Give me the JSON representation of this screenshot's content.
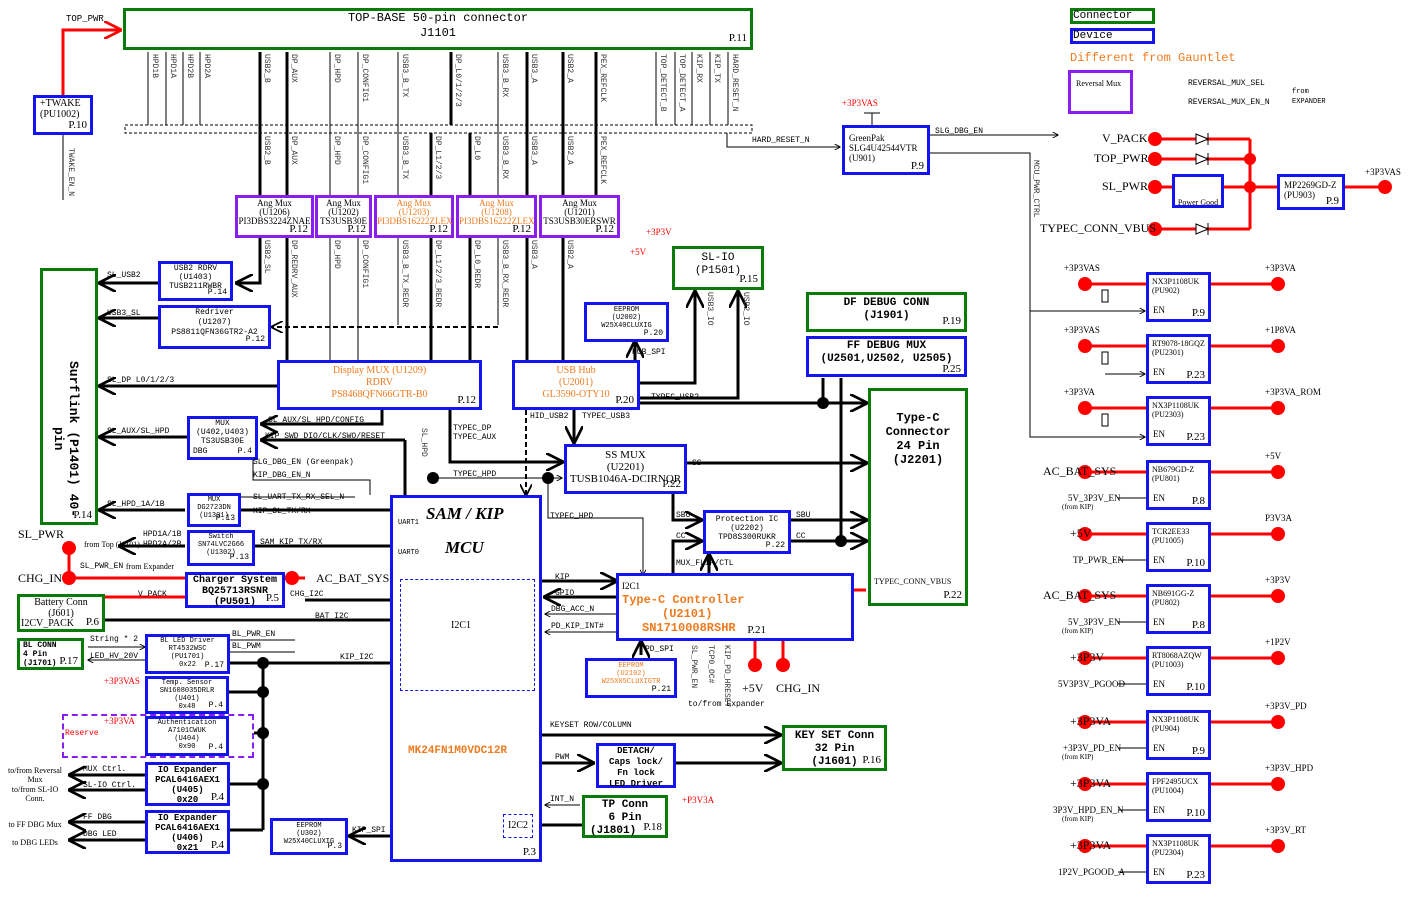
{
  "legend": {
    "connector": "Connector",
    "device": "Device",
    "different": "Different from Gauntlet",
    "reversal_mux": "Reversal Mux",
    "reversal_mux_sel": "REVERSAL_MUX_SEL",
    "reversal_mux_en": "REVERSAL_MUX_EN_N",
    "from_expander": "from EXPANDER"
  },
  "top_connector": {
    "title": "TOP-BASE 50-pin connector",
    "ref": "J1101",
    "page": "P.11",
    "input_label": "TOP_PWR"
  },
  "top_signals": [
    "HPD1B",
    "HPD1A",
    "HPD2B",
    "HPD2A",
    "USB2_B",
    "DP_AUX",
    "DP_HPD",
    "DP_CONFIG1",
    "USB3_B_TX",
    "DP_L0/1/2/3",
    "USB3_B_RX",
    "USB3_A",
    "USB2_A",
    "PEX_REFCLK",
    "TOP_DETECT_B",
    "TOP_DETECT_A",
    "KIP_RX",
    "KIP_TX",
    "HARD_RESET_N"
  ],
  "mid_signals": [
    "USB2_B",
    "DP_AUX",
    "DP_HPD",
    "DP_CONFIG1",
    "USB3_B_TX",
    "DP_L1/2/3",
    "DP_L0",
    "USB3_B_RX",
    "USB3_A",
    "USB2_A",
    "PEX_REFCLK"
  ],
  "low_signals": [
    "USB2_SL",
    "DP_REDRV_AUX",
    "DP_HPD",
    "DP_CONFIG1",
    "USB3_B_TX_REDR",
    "DP_L1/2/3_REDR",
    "DP_L0_REDR",
    "USB3_B_RX_REDR",
    "USB3_A",
    "USB2_A",
    "USB3_IO",
    "USB2_IO"
  ],
  "twake": {
    "name": "+TWAKE",
    "ref": "(PU1002)",
    "page": "P.10",
    "en": "TWAKE_EN_N"
  },
  "ang_muxes": [
    {
      "name": "Ang Mux",
      "ref": "(U1206)",
      "part": "PI3DBS3224ZNAE",
      "page": "P.12",
      "diff": false
    },
    {
      "name": "Ang Mux",
      "ref": "(U1202)",
      "part": "TS3USB30E",
      "page": "P.12",
      "diff": false
    },
    {
      "name": "Ang Mux",
      "ref": "(U1203)",
      "part": "PI3DBS16222ZLEX",
      "page": "P.12",
      "diff": true
    },
    {
      "name": "Ang Mux",
      "ref": "(U1208)",
      "part": "PI3DBS16222ZLEX",
      "page": "P.12",
      "diff": true
    },
    {
      "name": "Ang Mux",
      "ref": "(U1201)",
      "part": "TS3USB30ERSWR",
      "page": "P.12",
      "diff": false
    }
  ],
  "greenpak": {
    "name": "GreenPak",
    "part": "SLG4U42544VTR",
    "ref": "(U901)",
    "page": "P.9",
    "supply": "+3P3VAS",
    "hard_reset": "HARD_RESET_N",
    "dbg_en": "SLG_DBG_EN",
    "mcu_pwr": "MCU_PWR_CTRL"
  },
  "power_or": {
    "inputs": [
      "V_PACK",
      "TOP_PWR",
      "SL_PWR",
      "TYPEC_CONN_VBUS"
    ],
    "power_good": "Power Good",
    "regulator": {
      "part": "MP2269GD-Z",
      "ref": "(PU903)",
      "page": "P.9"
    },
    "output": "+3P3VAS"
  },
  "regulators": [
    {
      "input": "+3P3VAS",
      "part": "NX3P1108UK",
      "ref": "(PU902)",
      "page": "P.9",
      "en": "EN",
      "en_src": "",
      "output": "+3P3VA"
    },
    {
      "input": "+3P3VAS",
      "part": "RT9078-18GQZ",
      "ref": "(PU2301)",
      "page": "P.23",
      "en": "EN",
      "en_src": "",
      "output": "+1P8VA"
    },
    {
      "input": "+3P3VA",
      "part": "NX3P1108UK",
      "ref": "(PU2303)",
      "page": "P.23",
      "en": "EN",
      "en_src": "",
      "output": "+3P3VA_ROM"
    },
    {
      "input": "AC_BAT_SYS",
      "part": "NB679GD-Z",
      "ref": "(PU801)",
      "page": "P.8",
      "en": "EN",
      "en_src": "5V_3P3V_EN",
      "en_note": "(from KIP)",
      "output": "+5V"
    },
    {
      "input": "+5V",
      "part": "TCR2EE33",
      "ref": "(PU1005)",
      "page": "P.10",
      "en": "EN",
      "en_src": "TP_PWR_EN",
      "en_note": "",
      "output": "P3V3A"
    },
    {
      "input": "AC_BAT_SYS",
      "part": "NB691GG-Z",
      "ref": "(PU802)",
      "page": "P.8",
      "en": "EN",
      "en_src": "5V_3P3V_EN",
      "en_note": "(from KIP)",
      "output": "+3P3V"
    },
    {
      "input": "+3P3V",
      "part": "RT8068AZQW",
      "ref": "(PU1003)",
      "page": "P.10",
      "en": "EN",
      "en_src": "5V3P3V_PGOOD",
      "en_note": "",
      "output": "+1P2V"
    },
    {
      "input": "+3P3VA",
      "part": "NX3P1108UK",
      "ref": "(PU904)",
      "page": "P.9",
      "en": "EN",
      "en_src": "+3P3V_PD_EN",
      "en_note": "(from KIP)",
      "output": "+3P3V_PD"
    },
    {
      "input": "+3P3VA",
      "part": "FPF2495UCX",
      "ref": "(PU1004)",
      "page": "P.10",
      "en": "EN",
      "en_src": "3P3V_HPD_EN_N",
      "en_note": "(from KIP)",
      "output": "+3P3V_HPD"
    },
    {
      "input": "+3P3VA",
      "part": "NX3P1108UK",
      "ref": "(PU2304)",
      "page": "P.23",
      "en": "EN",
      "en_src": "1P2V_PGOOD_A",
      "en_note": "",
      "output": "+3P3V_RT"
    }
  ],
  "surflink": {
    "name": "Surflink",
    "ref": "(P1401)",
    "pins": "40-pin",
    "page": "P.14"
  },
  "usb2_rdrv": {
    "name": "USB2 RDRV",
    "ref": "(U1403)",
    "part": "TUSB211RWBR",
    "page": "P.14"
  },
  "redriver": {
    "name": "Redriver",
    "ref": "(U1207)",
    "part": "PS8811QFN36GTR2-A2",
    "page": "P.12"
  },
  "display_mux": {
    "name": "Display MUX (U1209)",
    "sub": "RDRV",
    "part": "PS8468QFN66GTR-B0",
    "page": "P.12"
  },
  "usb_hub": {
    "name": "USB Hub",
    "ref": "(U2001)",
    "part": "GL3590-OTY10",
    "page": "P.20"
  },
  "eeprom_hub": {
    "name": "EEPROM",
    "ref": "(U2002)",
    "part": "W25X40CLUXIG",
    "page": "P.20"
  },
  "sl_io": {
    "name": "SL-IO",
    "ref": "(P1501)",
    "page": "P.15",
    "supply1": "+3P3V",
    "supply2": "+5V"
  },
  "df_debug": {
    "name": "DF DEBUG CONN",
    "ref": "(J1901)",
    "page": "P.19"
  },
  "ff_debug": {
    "name": "FF DEBUG MUX",
    "ref": "(U2501,U2502, U2505)",
    "page": "P.25"
  },
  "typec_conn": {
    "l1": "Type-C",
    "l2": "Connector",
    "l3": "24 Pin",
    "l4": "(J2201)",
    "vbus": "TYPEC_CONN_VBUS",
    "page": "P.22"
  },
  "mux_dbg": {
    "name": "MUX",
    "ref": "(U402,U403)",
    "part": "TS3USB30E",
    "tag": "DBG",
    "page": "P.4"
  },
  "mux_uart": {
    "name": "MUX",
    "part": "DG2723DN",
    "ref": "(U1301)",
    "page": "P.13"
  },
  "switch": {
    "name": "Switch",
    "part": "SN74LVC2G66",
    "ref": "(U1302)",
    "page": "P.13"
  },
  "ss_mux": {
    "name": "SS MUX",
    "ref": "(U2201)",
    "part": "TUSB1046A-DCIRNQR",
    "page": "P.22"
  },
  "protection": {
    "name": "Protection IC",
    "ref": "(U2202)",
    "part": "TPD8S300RUKR",
    "page": "P.22"
  },
  "typec_ctrl": {
    "name": "Type-C Controller",
    "ref": "(U2101)",
    "part": "SN1710008RSHR",
    "page": "P.21",
    "i2c": "I2C1",
    "plus5v": "+5V",
    "chg_in": "CHG_IN"
  },
  "eeprom_pd": {
    "name": "EEPROM",
    "ref": "(U2102)",
    "part": "W25X05CLUXIGTR",
    "page": "P.21"
  },
  "mcu": {
    "title": "SAM / KIP",
    "sub": "MCU",
    "part": "MK24FN1M0VDC12R",
    "page": "P.3",
    "uart1": "UART1",
    "uart0": "UART0",
    "i2c1": "I2C1",
    "i2c2": "I2C2"
  },
  "charger": {
    "name": "Charger System",
    "part": "BQ25713RSNR",
    "ref": "(PU501)",
    "page": "P.5",
    "out": "AC_BAT_SYS"
  },
  "battery": {
    "name": "Battery Conn",
    "ref": "(J601)",
    "pins": "I2CV_PACK",
    "page": "P.6"
  },
  "bl_conn": {
    "name": "BL CONN",
    "pins": "4 Pin",
    "ref": "(J1701)",
    "page": "P.17"
  },
  "bl_driver": {
    "name": "BL LED Driver",
    "part": "RT4532WSC",
    "ref": "(PU1701)",
    "addr": "0x22",
    "page": "P.17"
  },
  "temp": {
    "name": "Temp. Sensor",
    "part": "SN1608035DRLR",
    "ref": "(U401)",
    "addr": "0x48",
    "page": "P.4",
    "supply": "+3P3VAS"
  },
  "auth": {
    "name": "Authentication",
    "part": "A7101CWUK",
    "ref": "(U404)",
    "addr": "0x90",
    "page": "P.4",
    "supply": "+3P3VA",
    "reserve": "Reserve"
  },
  "io_exp1": {
    "name": "IO Expander",
    "part": "PCAL6416AEX1",
    "ref": "(U405)",
    "addr": "0x20",
    "page": "P.4"
  },
  "io_exp2": {
    "name": "IO Expander",
    "part": "PCAL6416AEX1",
    "ref": "(U406)",
    "addr": "0x21",
    "page": "P.4"
  },
  "eeprom_kip": {
    "name": "EEPROM",
    "ref": "(U302)",
    "part": "W25X40CLUXIG",
    "page": "P.3"
  },
  "keyset": {
    "name": "KEY SET Conn",
    "pins": "32 Pin",
    "ref": "(J1601)",
    "page": "P.16"
  },
  "detach": {
    "l1": "DETACH/",
    "l2": "Caps lock/",
    "l3": "Fn lock",
    "l4": "LED Driver"
  },
  "tp_conn": {
    "name": "TP Conn",
    "pins": "6 Pin",
    "ref": "(J1801)",
    "page": "P.18",
    "supply": "+P3V3A"
  },
  "signals": {
    "sl_usb2": "SL_USB2",
    "usb3_sl": "USB3_SL",
    "sl_dp": "SL_DP L0/1/2/3",
    "sl_aux_hpd": "SL_AUX/SL_HPD",
    "sl_aux_cfg": "SL_AUX/SL_HPD/CONFIG",
    "kip_swd": "KIP_SWD_DIO/CLK/SWO/RESET",
    "slg_dbg_greenpak": "SLG_DBG_EN (Greenpak)",
    "kip_dbg_en": "KIP_DBG_EN_N",
    "sl_hpd_1a1b": "SL_HPD_1A/1B",
    "sl_uart_sel": "SL_UART_TX_RX_SEL_N",
    "kip_sl_txrx": "KIP_SL_TX/RX",
    "hpd_pairs1": "HPD1A/1B",
    "hpd_pairs2": "HPD2A/2B",
    "from_top": "from Top (J1101)",
    "sam_kip_txrx": "SAM_KIP_TX/RX",
    "sl_pwr": "SL_PWR",
    "sl_pwr_en": "SL_PWR_EN",
    "from_expander": "from Expander",
    "chg_in": "CHG_IN",
    "v_pack": "V_PACK",
    "chg_i2c": "CHG_I2C",
    "bat_i2c": "BAT_I2C",
    "string2": "String * 2",
    "led_hv": "LED_HV_20V",
    "bl_pwr_en": "BL_PWR_EN",
    "bl_pwm": "BL_PWM",
    "kip_i2c": "KIP_I2C",
    "mux_ctrl": "MUX Ctrl.",
    "slio_ctrl": "SL-IO Ctrl.",
    "to_rev_mux": "to/from Reversal Mux",
    "to_slio": "to/from SL-IO Conn.",
    "ff_dbg": "FF DBG",
    "dbg_led": "DBG LED",
    "to_ff_dbg": "to FF DBG Mux",
    "to_dbg_leds": "to DBG LEDs",
    "kip_spi": "KIP_SPI",
    "hub_spi": "HUB_SPI",
    "typec_usb2": "TYPEC_USB2",
    "hid_usb2": "HID_USB2",
    "typec_usb3": "TYPEC_USB3",
    "typec_dp": "TYPEC_DP",
    "typec_aux": "TYPEC_AUX",
    "sl_hpd": "SL_HPD",
    "typec_hpd": "TYPEC_HPD",
    "ss": "SS",
    "sbu": "SBU",
    "cc": "CC",
    "mux_flip": "MUX_FLIP/CTL",
    "kip": "KIP",
    "gpio": "GPIO",
    "dbg_acc": "DBG_ACC_N",
    "pd_kip_int": "PD_KIP_INT#",
    "pd_spi": "PD_SPI",
    "sl_pwr_en_v": "SL_PWR_EN",
    "tcpo_oc": "TCP0_OC#",
    "kip_pd_hreset": "KIP_PD_HRESET",
    "to_from_expander": "to/from Expander",
    "keyset_rowcol": "KEYSET ROW/COLUMN",
    "pwm": "PWM",
    "int_n": "INT_N"
  }
}
